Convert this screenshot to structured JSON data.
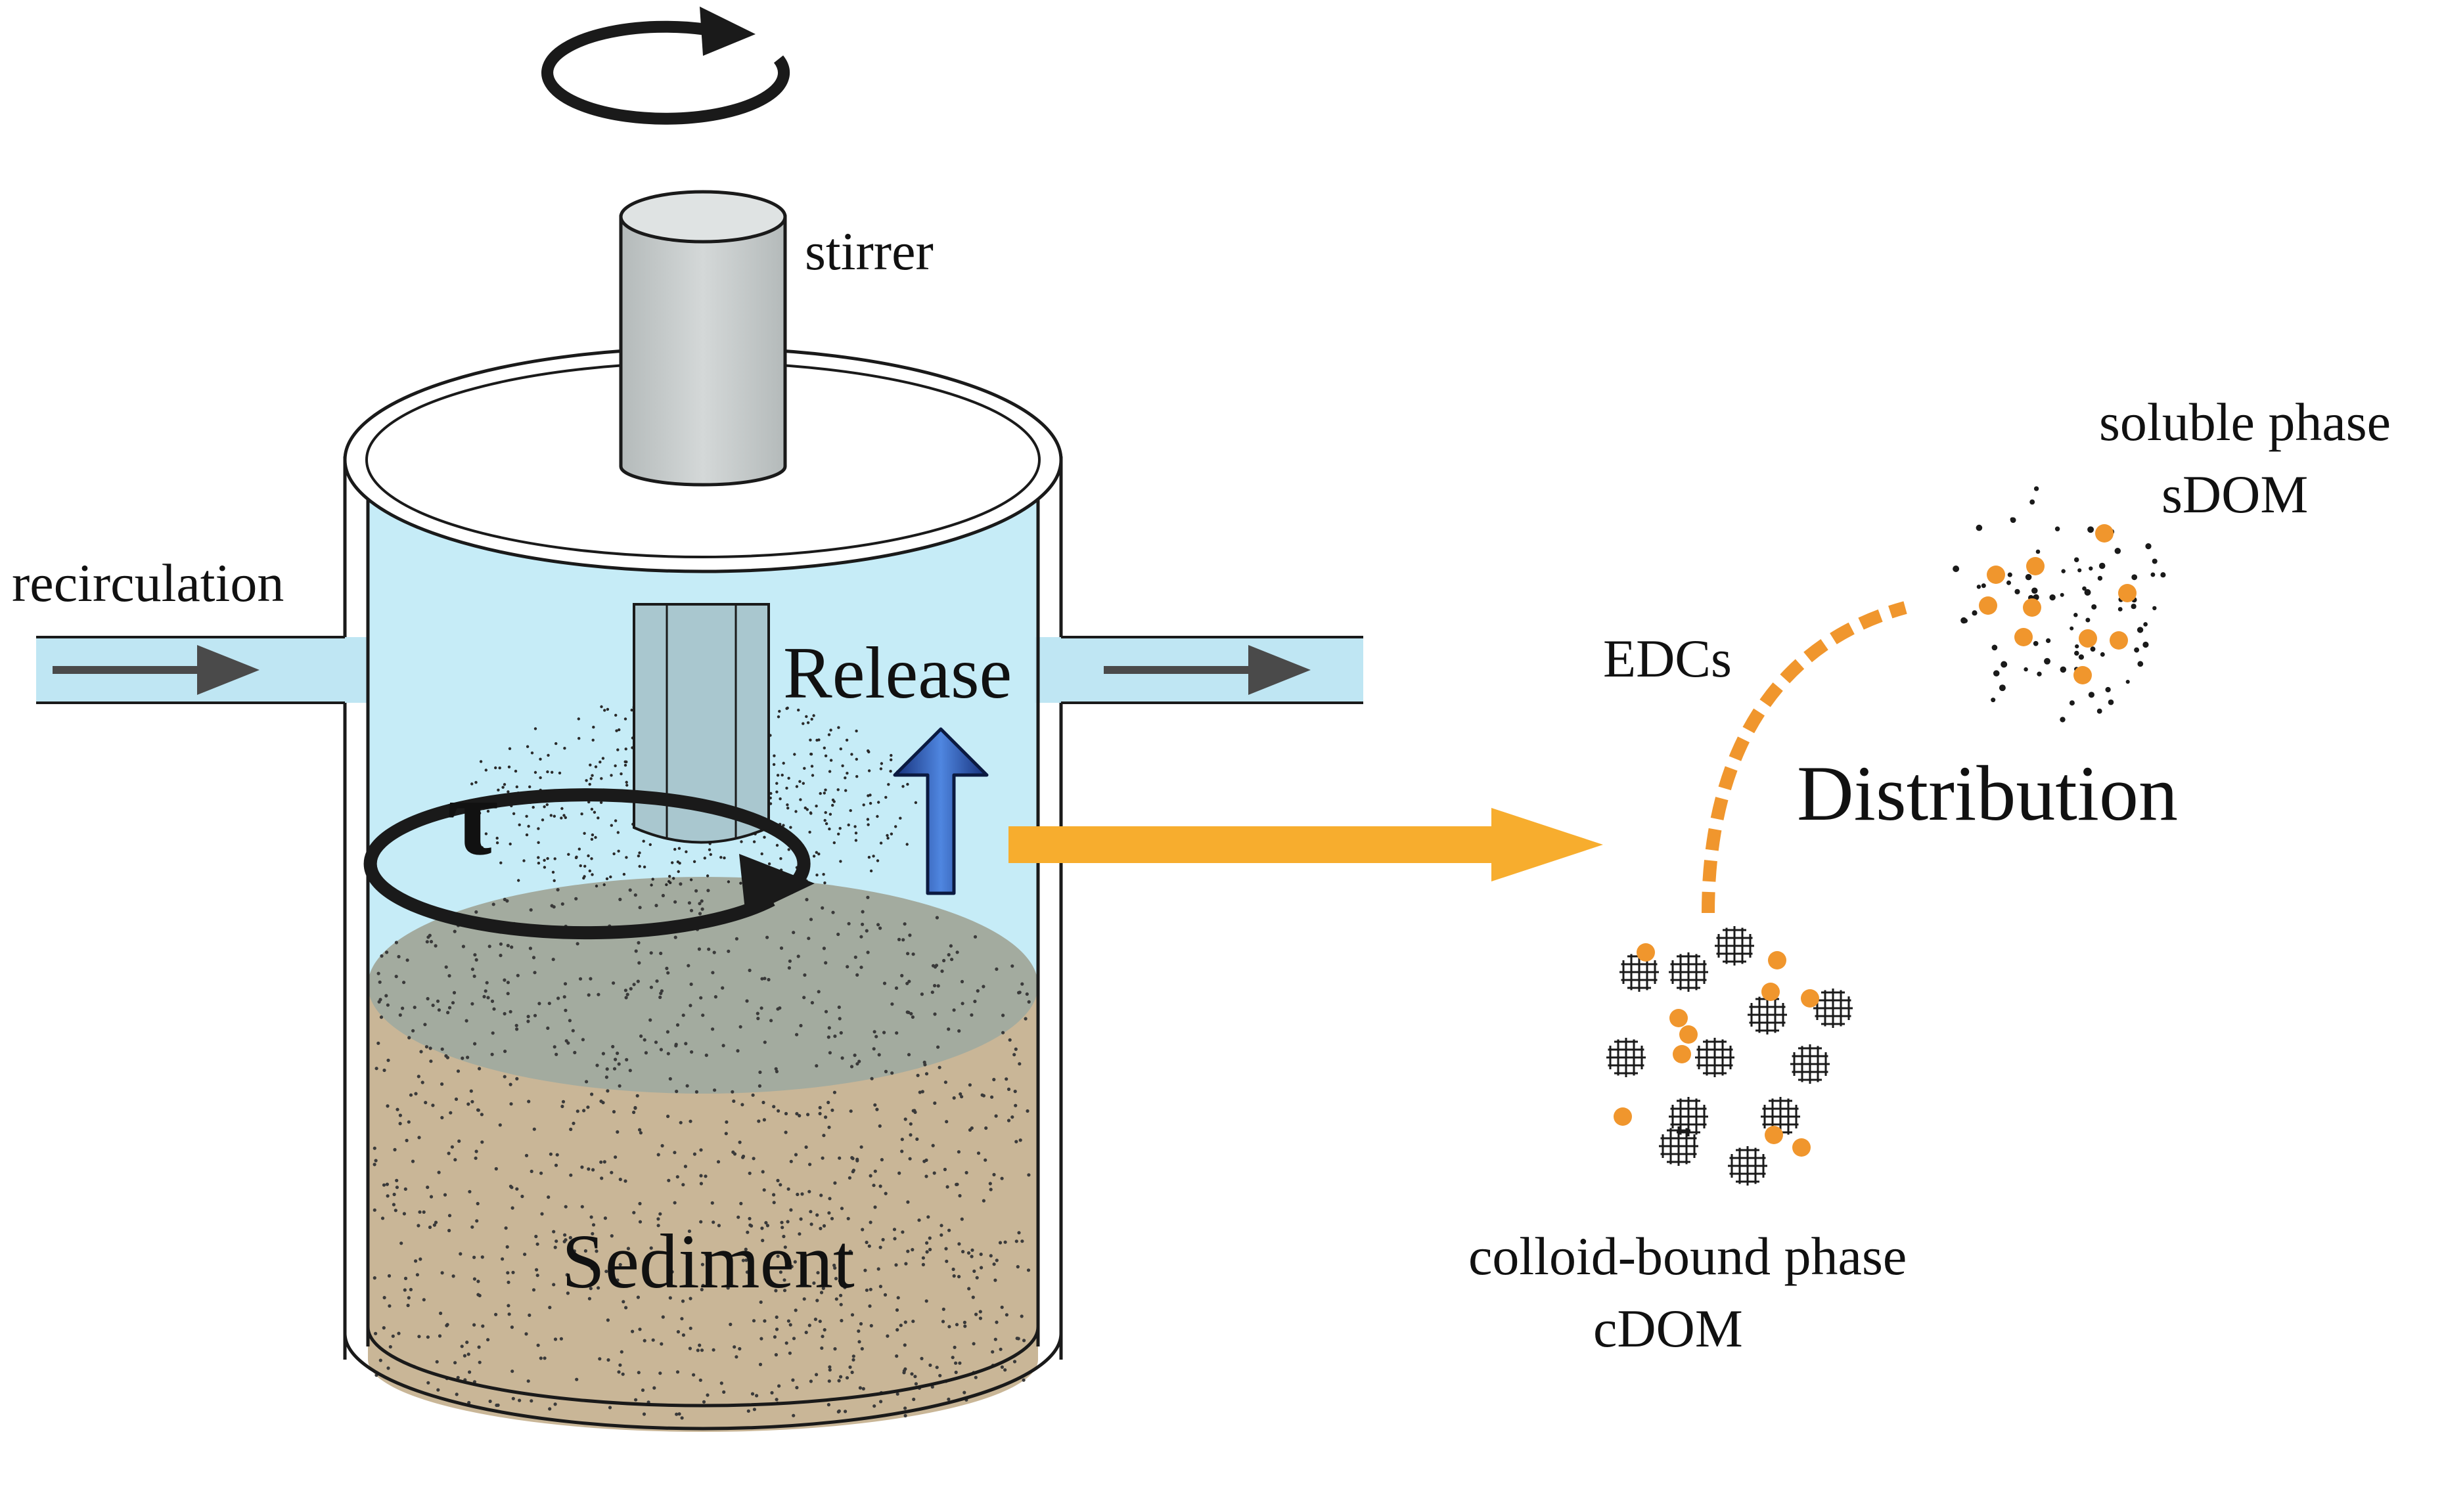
{
  "labels": {
    "stirrer": "stirrer",
    "recirculation": "recirculation",
    "release": "Release",
    "tau": "τ",
    "sediment": "Sediment",
    "edcs": "EDCs",
    "distribution": "Distribution",
    "soluble_phase": "soluble phase",
    "sdom": "sDOM",
    "colloid_phase": "colloid-bound phase",
    "cdom": "cDOM"
  },
  "colors": {
    "water": "#c6ecf7",
    "pipe": "#bfe6f3",
    "sediment": "#c9b697",
    "sediment_top": "#a3ab9f",
    "stirrer": "#c3c8c8",
    "edc": "#f0962d",
    "process_arrow": "#f7ad2e",
    "release_arrow": "#2b5fb8",
    "outline": "#1a1a1a"
  },
  "icons": [
    "rotation-arrow-icon",
    "flow-arrow-icon",
    "release-arrow-icon",
    "process-arrow-icon"
  ]
}
